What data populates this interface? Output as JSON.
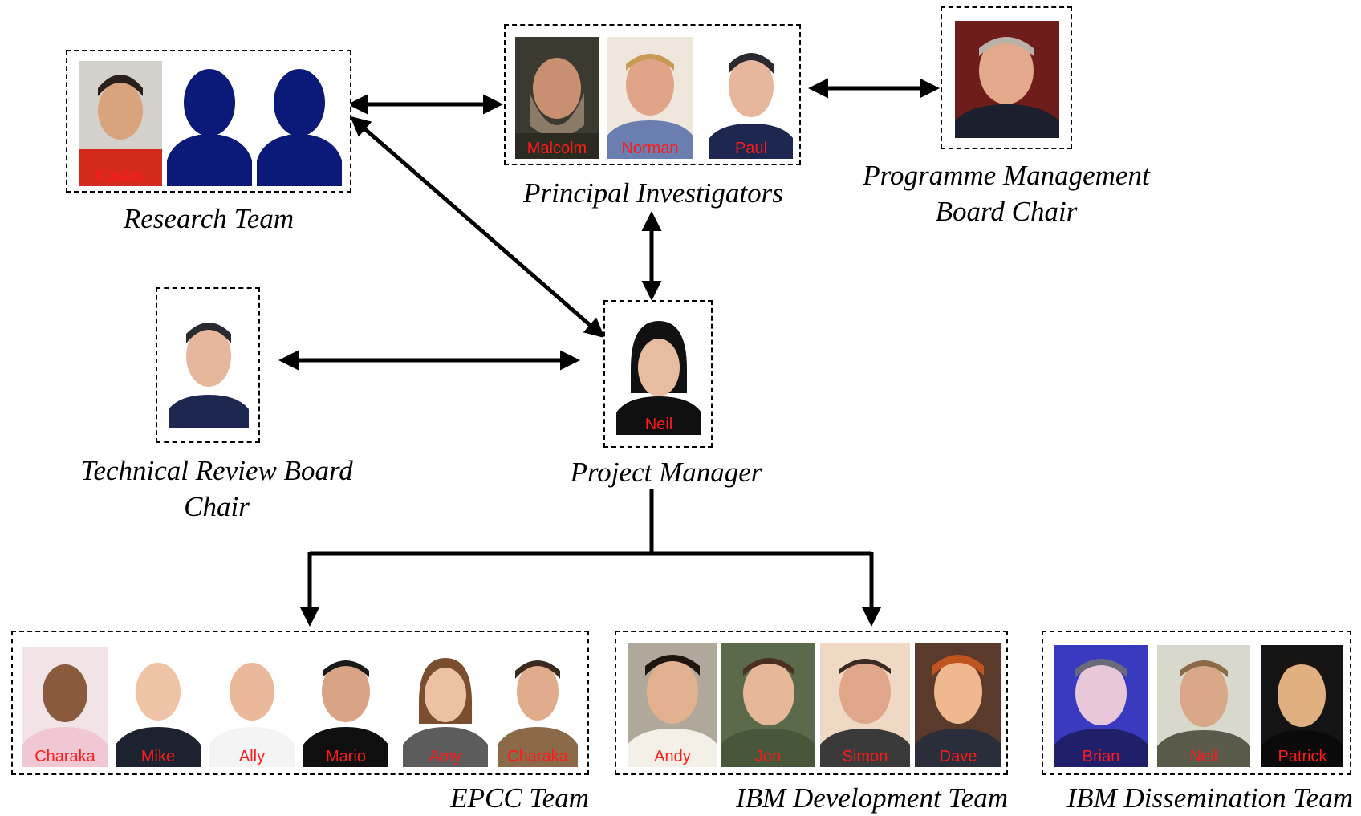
{
  "groups": {
    "research_team": {
      "caption": "Research Team",
      "members": [
        "Kostas",
        "",
        ""
      ]
    },
    "principal_investigators": {
      "caption": "Principal Investigators",
      "members": [
        "Malcolm",
        "Norman",
        "Paul"
      ]
    },
    "programme_board": {
      "caption_line1": "Programme Management",
      "caption_line2": "Board Chair"
    },
    "technical_board": {
      "caption_line1": "Technical Review Board",
      "caption_line2": "Chair"
    },
    "project_manager": {
      "caption": "Project Manager",
      "members": [
        "Neil"
      ]
    },
    "epcc_team": {
      "caption": "EPCC Team",
      "members": [
        "Charaka",
        "Mike",
        "Ally",
        "Mario",
        "Amy",
        "Charaka"
      ]
    },
    "ibm_dev_team": {
      "caption": "IBM Development Team",
      "members": [
        "Andy",
        "Jon",
        "Simon",
        "Dave"
      ]
    },
    "ibm_dissem_team": {
      "caption": "IBM Dissemination Team",
      "members": [
        "Brian",
        "Neil",
        "Patrick"
      ]
    }
  },
  "colors": {
    "name_label": "#ff1a1a",
    "silhouette": "#0b1a78",
    "arrow": "#000000"
  }
}
